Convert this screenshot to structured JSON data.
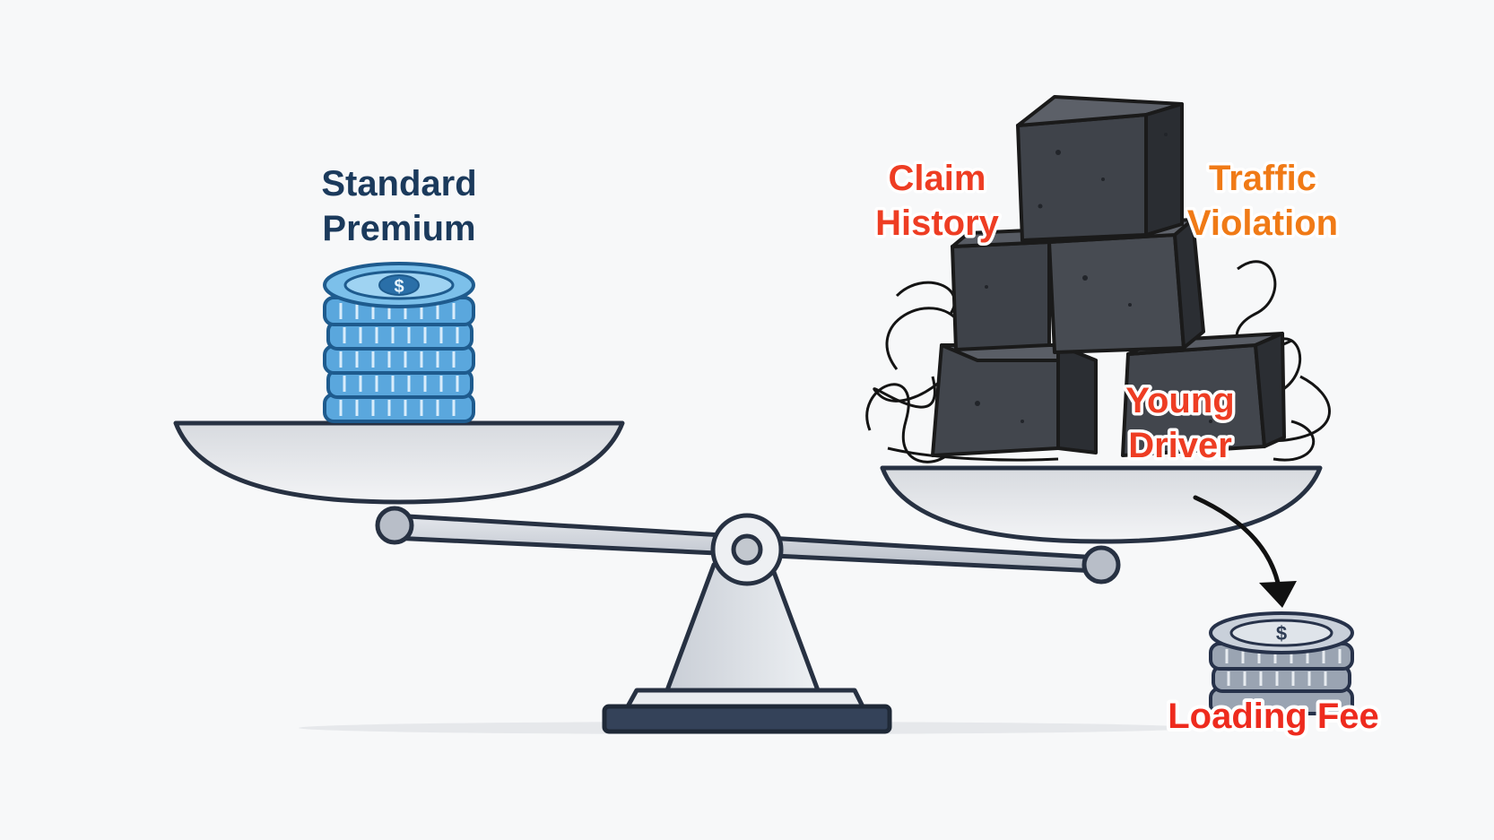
{
  "labels": {
    "standard_premium_line1": "Standard",
    "standard_premium_line2": "Premium",
    "claim_history_line1": "Claim",
    "claim_history_line2": "History",
    "traffic_violation_line1": "Traffic",
    "traffic_violation_line2": "Violation",
    "young_driver_line1": "Young",
    "young_driver_line2": "Driver",
    "loading_fee": "Loading Fee"
  },
  "icons": {
    "premium_coins": "coin-stack-icon",
    "risk_blocks": "heavy-block-icon",
    "fee_coins": "coin-stack-icon",
    "currency_symbol": "$"
  },
  "colors": {
    "navy": "#1b3a5c",
    "blue_coin": "#5aa7dd",
    "red_label": "#ee3d23",
    "orange_label": "#f07a16",
    "block": "#3b3f46",
    "pan": "#e7e9ec"
  }
}
